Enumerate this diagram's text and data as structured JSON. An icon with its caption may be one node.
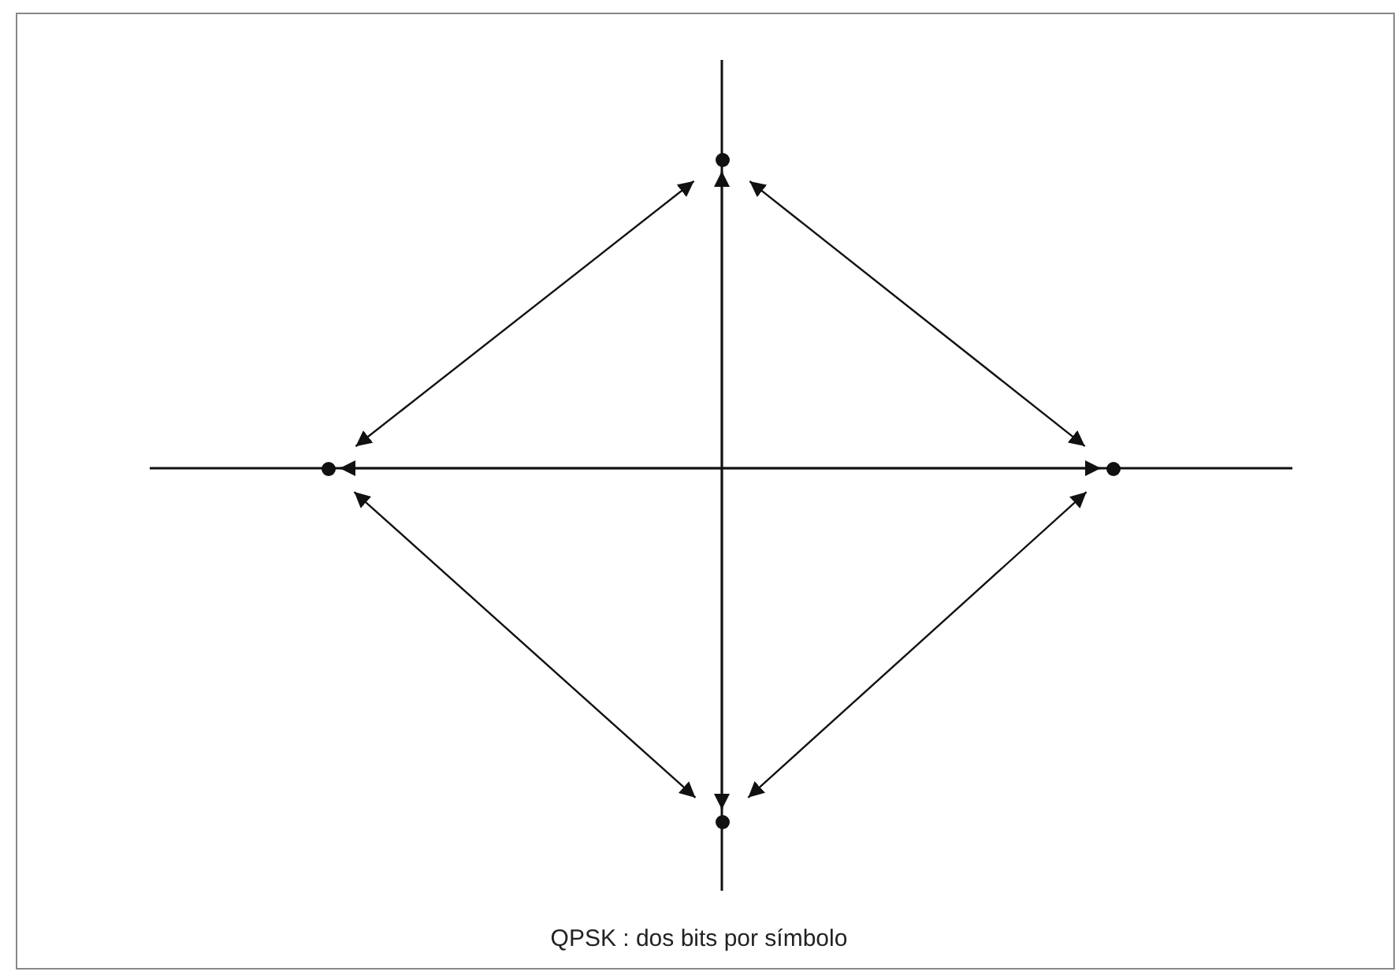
{
  "diagram": {
    "caption": "QPSK : dos bits por símbolo",
    "nodes": [
      {
        "text": [],
        "shape": "circle"
      },
      {
        "text": [],
        "shape": "circle"
      },
      {
        "text": [],
        "shape": "circle"
      },
      {
        "text": [],
        "shape": "circle"
      }
    ],
    "edges": [
      {
        "from": 0,
        "to": 1,
        "arrow": "both"
      },
      {
        "from": 0,
        "to": 2,
        "arrow": "both"
      },
      {
        "from": 1,
        "to": 3,
        "arrow": "both"
      },
      {
        "from": 2,
        "to": 3,
        "arrow": "both"
      },
      {
        "from": 0,
        "to": 3,
        "arrow": "both"
      },
      {
        "from": 1,
        "to": 2,
        "arrow": "both"
      }
    ]
  }
}
